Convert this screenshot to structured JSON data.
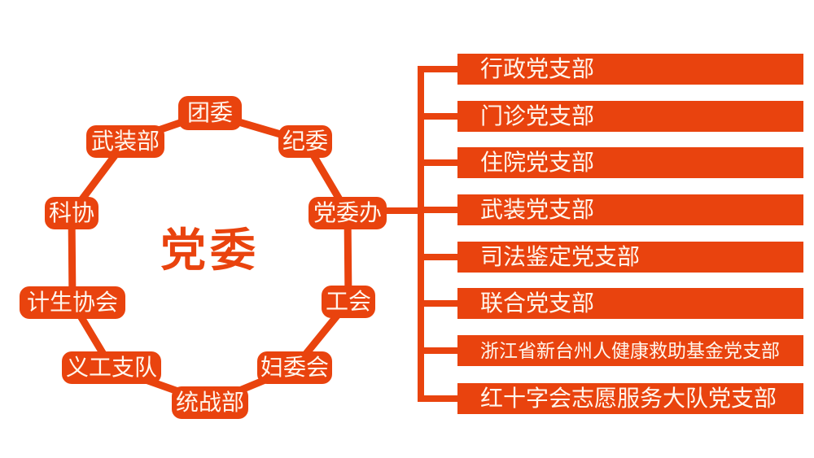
{
  "colors": {
    "accent": "#e9430e",
    "node_text": "#fff6ed",
    "background": "#ffffff"
  },
  "center": {
    "label": "党委"
  },
  "ring_nodes": [
    {
      "label": "团委"
    },
    {
      "label": "纪委"
    },
    {
      "label": "党委办"
    },
    {
      "label": "工会"
    },
    {
      "label": "妇委会"
    },
    {
      "label": "统战部"
    },
    {
      "label": "义工支队"
    },
    {
      "label": "计生协会"
    },
    {
      "label": "科协"
    },
    {
      "label": "武装部"
    }
  ],
  "branches": [
    {
      "label": "行政党支部"
    },
    {
      "label": "门诊党支部"
    },
    {
      "label": "住院党支部"
    },
    {
      "label": "武装党支部"
    },
    {
      "label": "司法鉴定党支部"
    },
    {
      "label": "联合党支部"
    },
    {
      "label": "浙江省新台州人健康救助基金党支部"
    },
    {
      "label": "红十字会志愿服务大队党支部"
    }
  ]
}
